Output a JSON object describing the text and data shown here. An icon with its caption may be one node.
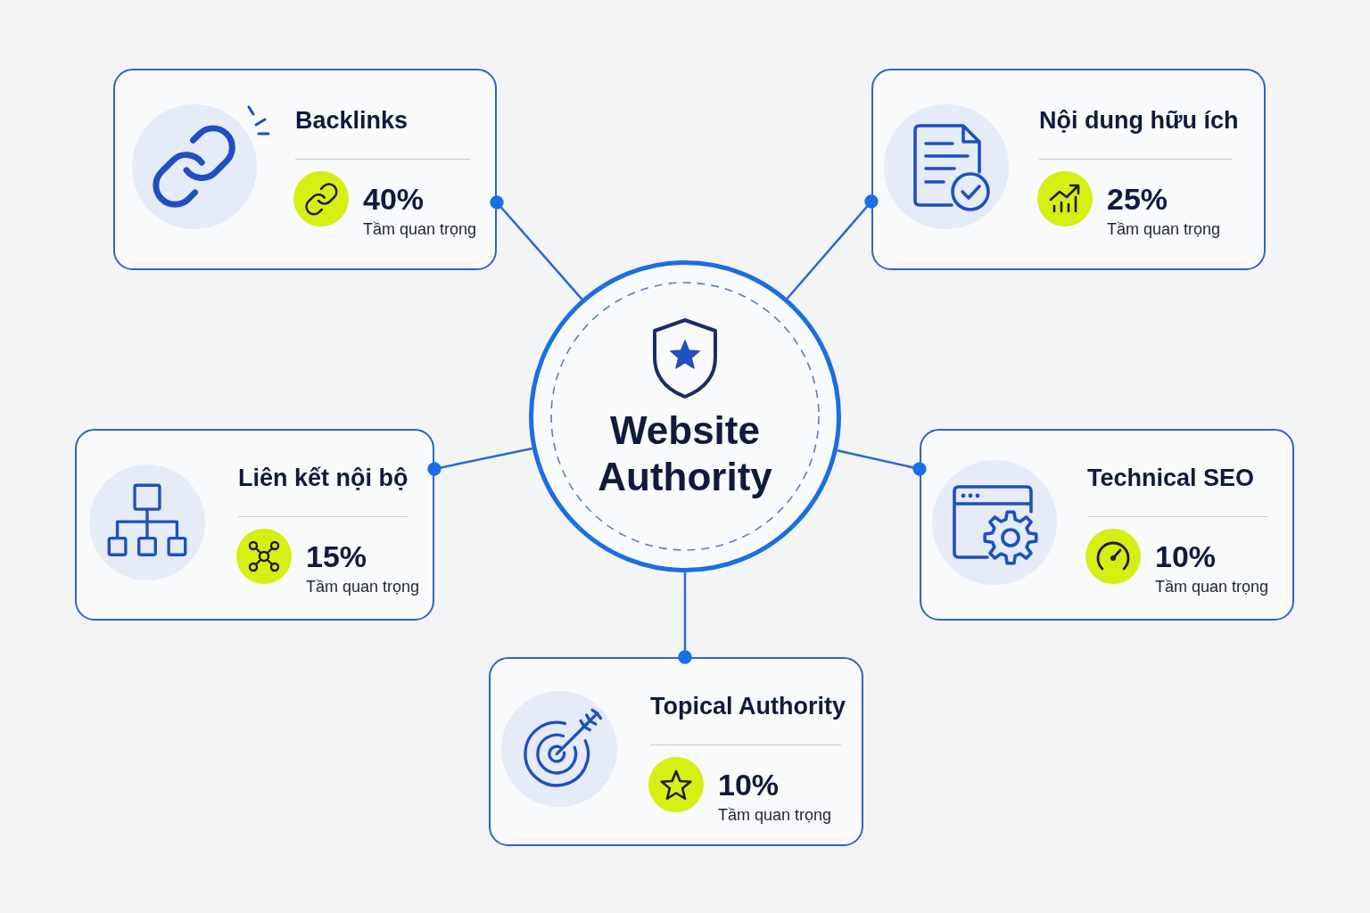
{
  "diagram": {
    "nodes": [
      {
        "text": [
          "Backlinks",
          "40%",
          "Tầm quan trọng"
        ]
      },
      {
        "text": [
          "Nội dung hữu ích",
          "25%",
          "Tầm quan trọng"
        ]
      },
      {
        "text": [
          "Website Authority"
        ]
      },
      {
        "text": [
          "Liên kết nội bộ",
          "15%",
          "Tầm quan trọng"
        ]
      },
      {
        "text": [
          "Technical SEO",
          "10%",
          "Tầm quan trọng"
        ]
      },
      {
        "text": [
          "Topical Authority",
          "10%",
          "Tầm quan trọng"
        ]
      }
    ],
    "edges": [
      {
        "from": 2,
        "to": 0,
        "arrow": "other"
      },
      {
        "from": 2,
        "to": 1,
        "arrow": "other"
      },
      {
        "from": 2,
        "to": 3,
        "arrow": "other"
      },
      {
        "from": 2,
        "to": 4,
        "arrow": "other"
      },
      {
        "from": 2,
        "to": 5,
        "arrow": "other"
      }
    ]
  }
}
